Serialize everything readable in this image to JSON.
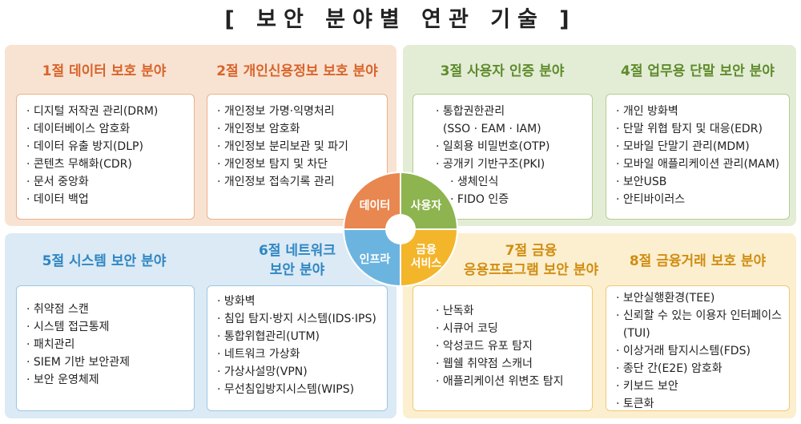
{
  "title": "[ 보안 분야별 연관 기술 ]",
  "colors": {
    "orange": "#e8874f",
    "green": "#8db44f",
    "blue": "#6cb4e0",
    "gold": "#f3b52a"
  },
  "sections": [
    {
      "title": "1절 데이터 보호 분야",
      "items": [
        "디지털 저작권 관리(DRM)",
        "데이터베이스 암호화",
        "데이터 유출 방지(DLP)",
        "콘텐츠 무해화(CDR)",
        "문서 중앙화",
        "데이터 백업"
      ]
    },
    {
      "title": "2절 개인신용정보 보호 분야",
      "items": [
        "개인정보 가명·익명처리",
        "개인정보 암호화",
        "개인정보 분리보관 및 파기",
        "개인정보 탐지 및 차단",
        "개인정보 접속기록 관리"
      ]
    },
    {
      "title": "3절 사용자 인증 분야",
      "items": [
        "통합권한관리",
        "(SSO · EAM · IAM)",
        "일회용 비밀번호(OTP)",
        "공개키 기반구조(PKI)",
        "생체인식",
        "FIDO 인증"
      ]
    },
    {
      "title": "4절 업무용 단말 보안 분야",
      "items": [
        "개인 방화벽",
        "단말 위협 탐지 및 대응(EDR)",
        "모바일 단말기 관리(MDM)",
        "모바일 애플리케이션 관리(MAM)",
        "보안USB",
        "안티바이러스"
      ]
    },
    {
      "title": "5절 시스템 보안 분야",
      "items": [
        "취약점 스캔",
        "시스템 접근통제",
        "패치관리",
        "SIEM 기반 보안관제",
        "보안 운영체제"
      ]
    },
    {
      "title_line1": "6절 네트워크",
      "title_line2": "보안 분야",
      "items": [
        "방화벽",
        "침입 탐지·방지 시스템(IDS·IPS)",
        "통합위협관리(UTM)",
        "네트워크 가상화",
        "가상사설망(VPN)",
        "무선침입방지시스템(WIPS)"
      ]
    },
    {
      "title_line1": "7절 금융",
      "title_line2": "응용프로그램 보안 분야",
      "items": [
        "난독화",
        "시큐어 코딩",
        "악성코드 유포 탐지",
        "웹쉘 취약점 스캐너",
        "애플리케이션 위변조 탐지"
      ]
    },
    {
      "title": "8절 금융거래 보호 분야",
      "items": [
        "보안실행환경(TEE)",
        "신뢰할 수 있는 이용자 인터페이스",
        "(TUI)",
        "이상거래 탐지시스템(FDS)",
        "종단 간(E2E) 암호화",
        "키보드 보안",
        "토큰화"
      ]
    }
  ],
  "center": {
    "data": "데이터",
    "user": "사용자",
    "infra": "인프라",
    "finance_line1": "금융",
    "finance_line2": "서비스"
  }
}
